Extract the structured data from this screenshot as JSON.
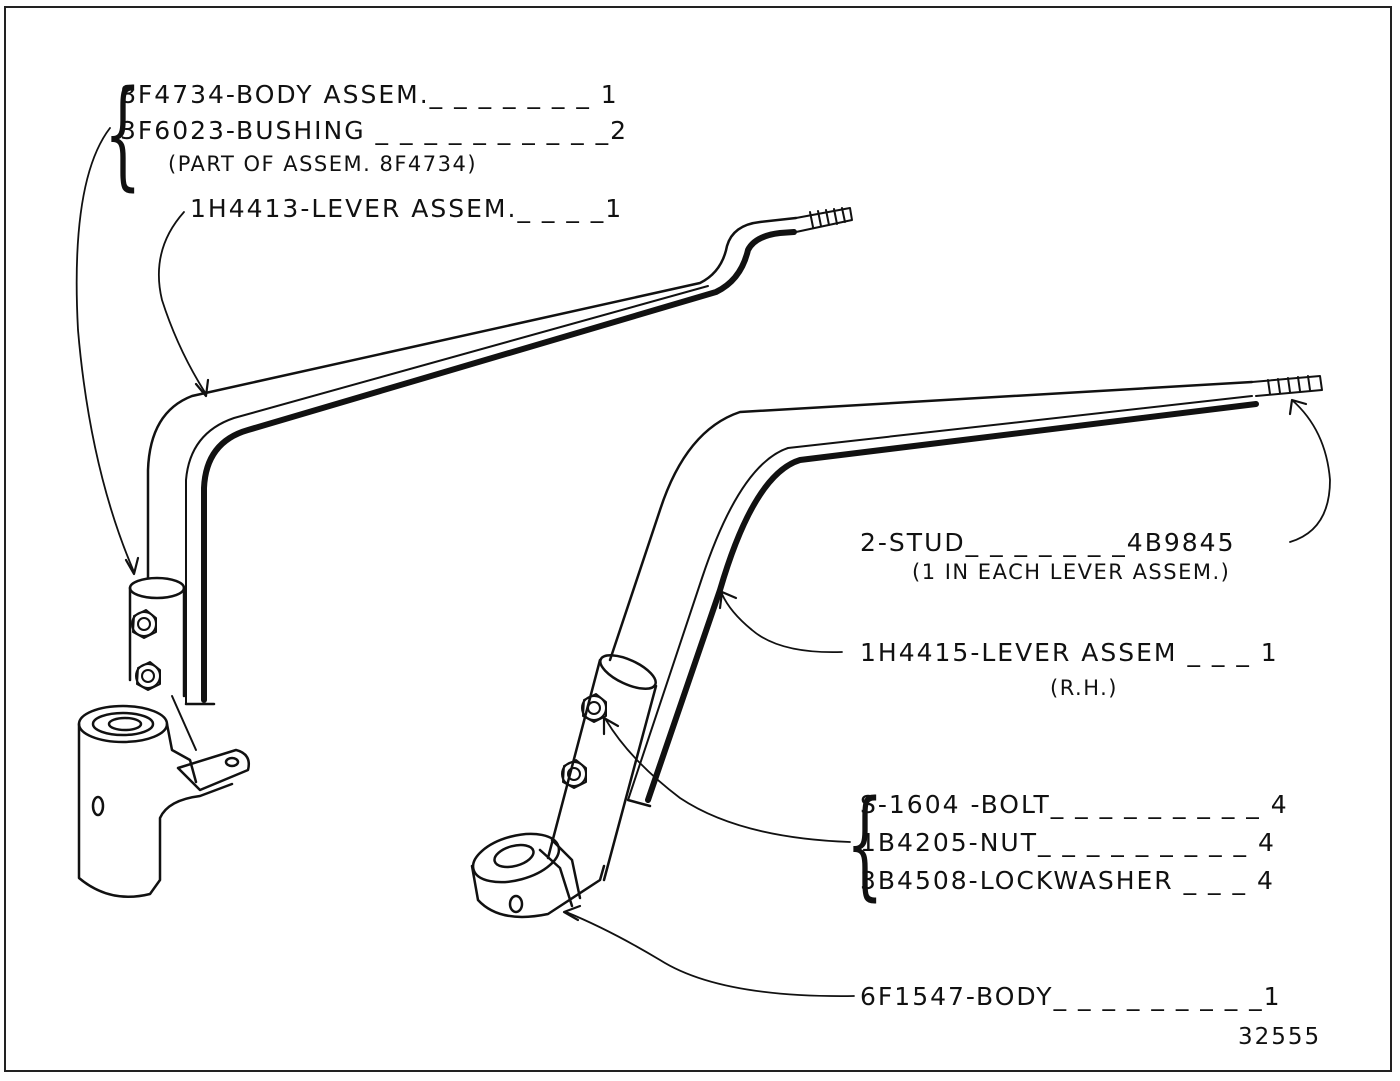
{
  "callouts": {
    "body_assem_8f4734": "8F4734-BODY ASSEM._ _ _ _ _ _ _ 1",
    "bushing_3f6023": "3F6023-BUSHING _ _ _ _ _ _ _ _ _ _2",
    "bushing_note": "(PART OF ASSEM. 8F4734)",
    "lever_assem_1h4413": "1H4413-LEVER ASSEM._ _ _ _1",
    "stud_4b9845": "2-STUD_ _ _ _ _ _ _4B9845",
    "stud_note": "(1 IN EACH LEVER ASSEM.)",
    "lever_assem_1h4415": "1H4415-LEVER ASSEM _ _ _ 1",
    "lever_note_rh": "(R.H.)",
    "bolt_s1604": "S-1604 -BOLT_ _ _ _ _ _ _ _ _ 4",
    "nut_1b4205": "1B4205-NUT_ _ _ _ _ _ _ _ _ 4",
    "lockwasher_3b4508": "3B4508-LOCKWASHER _ _ _ 4",
    "body_6f1547": "6F1547-BODY_ _ _ _ _ _ _ _ _1"
  },
  "figure_number": "32555"
}
